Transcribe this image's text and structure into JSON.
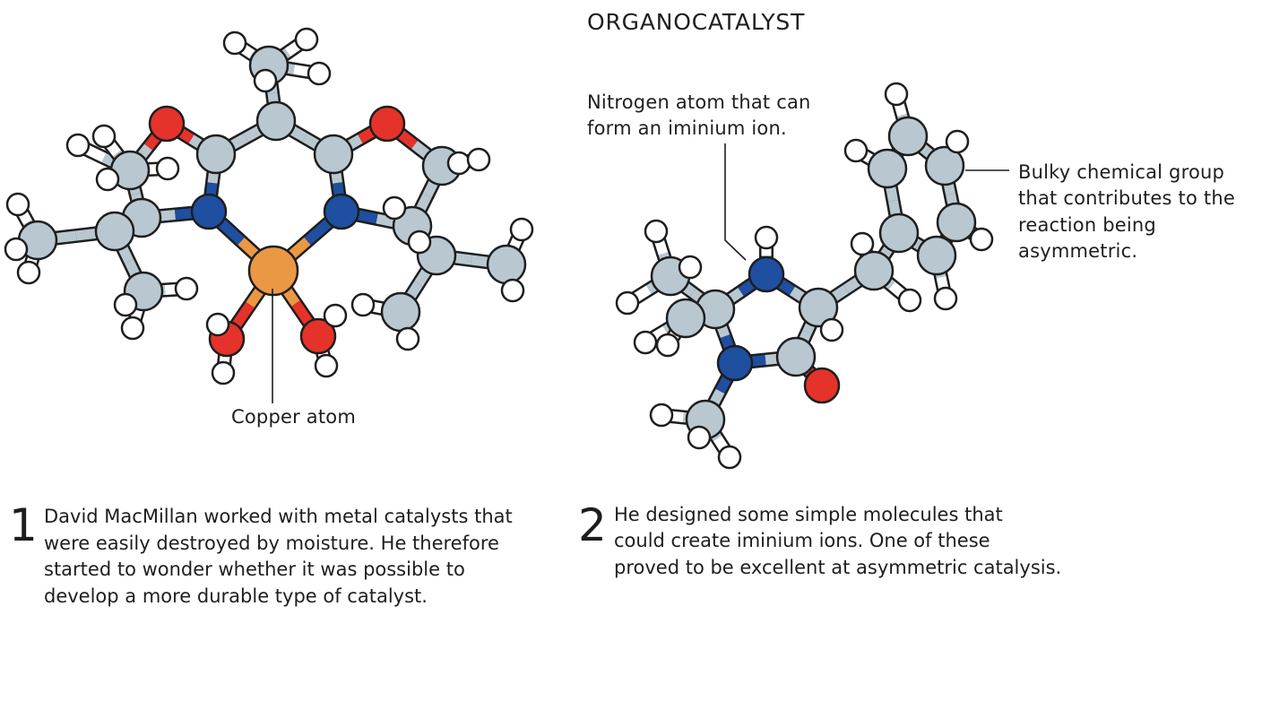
{
  "right_panel": {
    "title": "ORGANOCATALYST"
  },
  "labels": {
    "copper": "Copper atom",
    "nitrogen": [
      "Nitrogen atom that can",
      "form an iminium ion."
    ],
    "bulky": [
      "Bulky chemical group",
      "that contributes to the",
      "reaction being",
      "asymmetric."
    ]
  },
  "steps": [
    {
      "number": "1",
      "lines": [
        "David MacMillan worked with metal catalysts that",
        "were easily destroyed by moisture. He therefore",
        "started to wonder whether it was possible to",
        "develop a more durable type of catalyst."
      ]
    },
    {
      "number": "2",
      "lines": [
        "He designed some simple molecules that",
        "could create iminium ions. One of these",
        "proved to be excellent at asymmetric catalysis."
      ]
    }
  ],
  "colors": {
    "carbon": "#b9c8d0",
    "hydrogen": "#ffffff",
    "oxygen": "#e5322a",
    "nitrogen": "#1e4fa0",
    "copper": "#eb9844",
    "outline": "#1e1e1e"
  }
}
